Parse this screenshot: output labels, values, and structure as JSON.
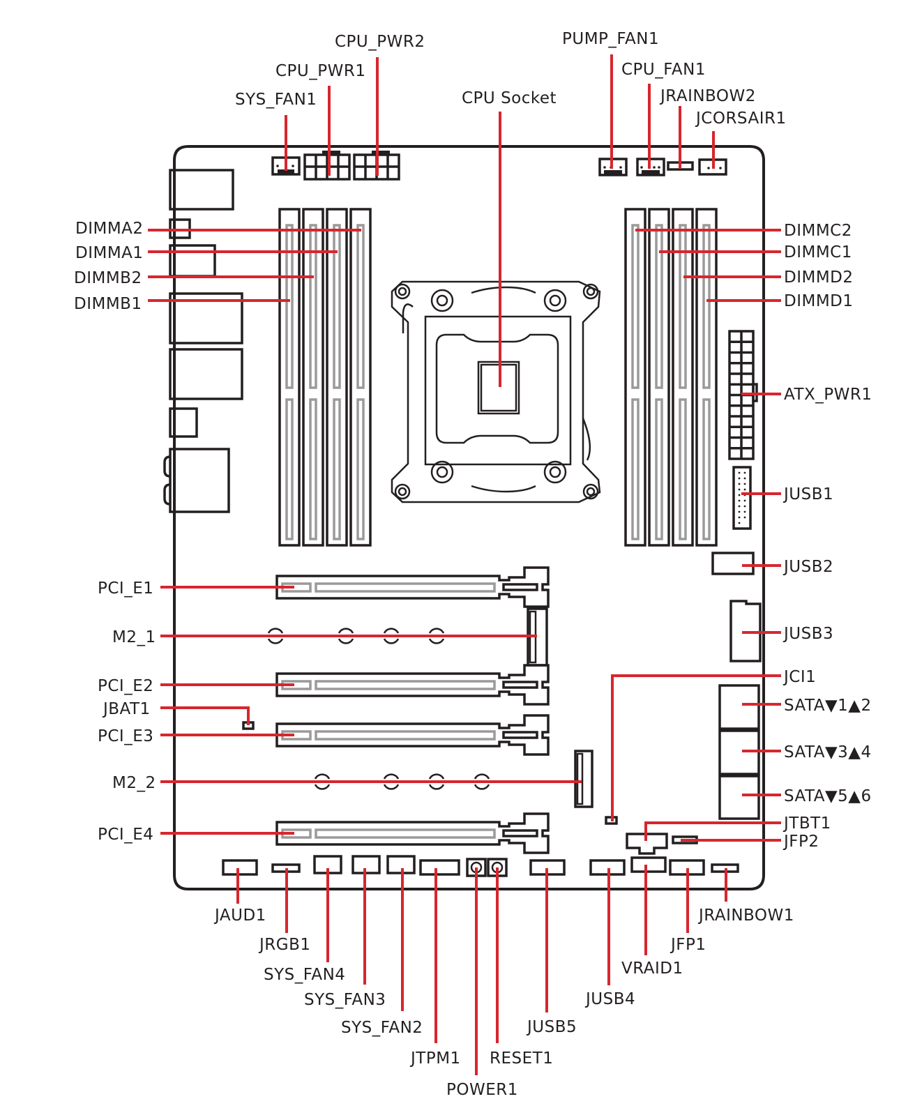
{
  "diagram": {
    "title": "Motherboard connector layout",
    "leader_color": "#d7262e",
    "outline_color": "#231f20",
    "slot_inner_color": "#9a9a9a",
    "labels": {
      "cpu_pwr2": "CPU_PWR2",
      "pump_fan1": "PUMP_FAN1",
      "cpu_pwr1": "CPU_PWR1",
      "cpu_fan1": "CPU_FAN1",
      "sys_fan1": "SYS_FAN1",
      "cpu_socket": "CPU Socket",
      "jrainbow2": "JRAINBOW2",
      "jcorsair1": "JCORSAIR1",
      "dimma2": "DIMMA2",
      "dimma1": "DIMMA1",
      "dimmb2": "DIMMB2",
      "dimmb1": "DIMMB1",
      "dimmc2": "DIMMC2",
      "dimmc1": "DIMMC1",
      "dimmd2": "DIMMD2",
      "dimmd1": "DIMMD1",
      "atx_pwr1": "ATX_PWR1",
      "jusb1": "JUSB1",
      "jusb2": "JUSB2",
      "jusb3": "JUSB3",
      "pci_e1": "PCI_E1",
      "m2_1": "M2_1",
      "pci_e2": "PCI_E2",
      "jbat1": "JBAT1",
      "pci_e3": "PCI_E3",
      "m2_2": "M2_2",
      "pci_e4": "PCI_E4",
      "jci1": "JCI1",
      "sata12": "SATA▼1▲2",
      "sata34": "SATA▼3▲4",
      "sata56": "SATA▼5▲6",
      "jtbt1": "JTBT1",
      "jfp2": "JFP2",
      "jaud1": "JAUD1",
      "jrgb1": "JRGB1",
      "sys_fan4": "SYS_FAN4",
      "sys_fan3": "SYS_FAN3",
      "sys_fan2": "SYS_FAN2",
      "jtpm1": "JTPM1",
      "power1": "POWER1",
      "reset1": "RESET1",
      "jusb5": "JUSB5",
      "jusb4": "JUSB4",
      "vraid1": "VRAID1",
      "jfp1": "JFP1",
      "jrainbow1": "JRAINBOW1"
    }
  }
}
